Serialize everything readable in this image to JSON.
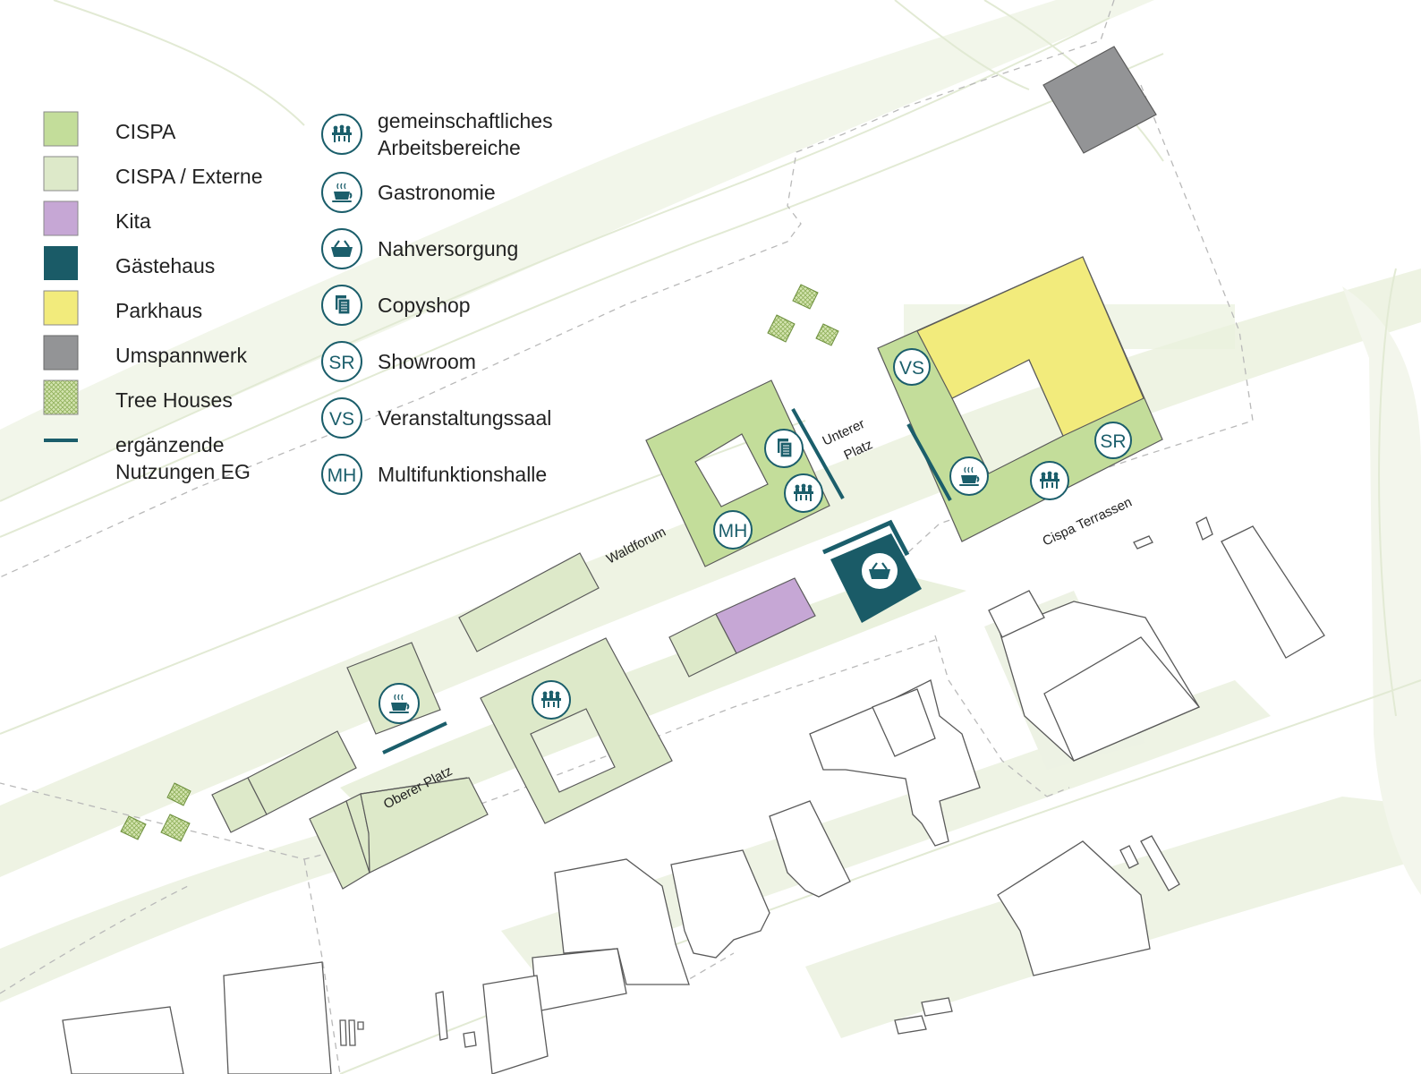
{
  "colors": {
    "cispa": "#c3dd9a",
    "cispa_externe": "#dde9c9",
    "kita": "#c6a7d5",
    "gaestehaus": "#1a5b67",
    "parkhaus": "#f2eb7c",
    "umspannwerk": "#939496",
    "tree_houses": "#cfe0a8",
    "accent": "#1b5e6b",
    "ground": "#eef3e4",
    "background": "#ffffff"
  },
  "legend_left": [
    {
      "key": "cispa",
      "label": "CISPA",
      "icon": "swatch-cispa"
    },
    {
      "key": "cispa_externe",
      "label": "CISPA / Externe",
      "icon": "swatch-cispa-externe"
    },
    {
      "key": "kita",
      "label": "Kita",
      "icon": "swatch-kita"
    },
    {
      "key": "gaestehaus",
      "label": "Gästehaus",
      "icon": "swatch-gaestehaus"
    },
    {
      "key": "parkhaus",
      "label": "Parkhaus",
      "icon": "swatch-parkhaus"
    },
    {
      "key": "umspannwerk",
      "label": "Umspannwerk",
      "icon": "swatch-umspannwerk"
    },
    {
      "key": "tree_houses",
      "label": "Tree Houses",
      "icon": "swatch-tree-houses"
    },
    {
      "key": "ergaenzende",
      "label_line1": "ergänzende",
      "label_line2": "Nutzungen EG",
      "icon": "line-ergaenzende"
    }
  ],
  "legend_right": [
    {
      "icon": "workspace-icon",
      "label_line1": "gemeinschaftliches",
      "label_line2": "Arbeitsbereiche"
    },
    {
      "icon": "coffee-cup-icon",
      "label": "Gastronomie"
    },
    {
      "icon": "basket-icon",
      "label": "Nahversorgung"
    },
    {
      "icon": "copy-documents-icon",
      "label": "Copyshop"
    },
    {
      "icon": "showroom-icon",
      "abbr": "SR",
      "label": "Showroom"
    },
    {
      "icon": "event-hall-icon",
      "abbr": "VS",
      "label": "Veranstaltungssaal"
    },
    {
      "icon": "multi-hall-icon",
      "abbr": "MH",
      "label": "Multifunktionshalle"
    }
  ],
  "map": {
    "place_labels": {
      "unterer_platz_line1": "Unterer",
      "unterer_platz_line2": "Platz",
      "waldforum": "Waldforum",
      "cispa_terrassen": "Cispa Terrassen",
      "oberer_platz": "Oberer Platz"
    },
    "markers": {
      "vs": "VS",
      "sr": "SR",
      "mh": "MH"
    }
  }
}
